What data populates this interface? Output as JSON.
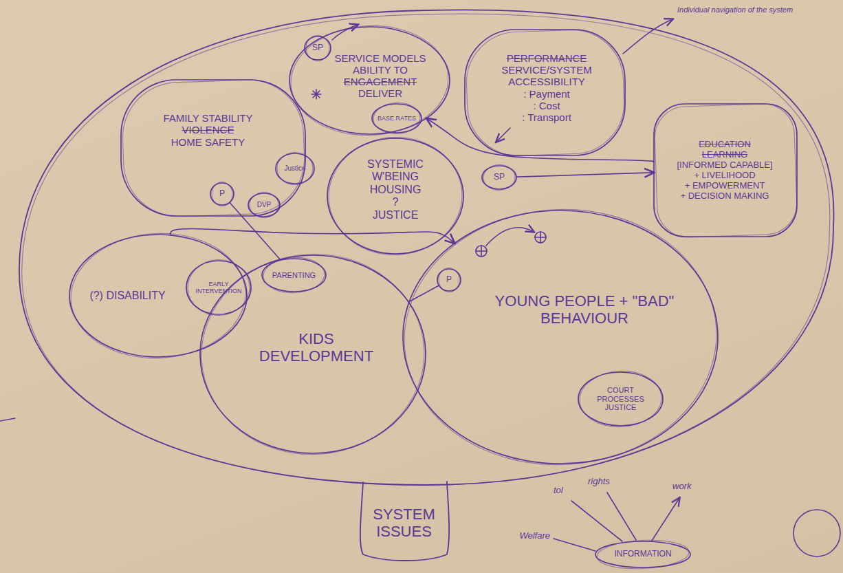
{
  "diagram": {
    "nodes": [
      {
        "text": [
          "SYSTEM ISSUES"
        ]
      },
      {
        "text": [
          "SERVICE MODELS ABILITY TO",
          "ENGAGEMENT",
          "DELIVER"
        ],
        "in": 0
      },
      {
        "text": [
          "SP"
        ],
        "in": 1
      },
      {
        "text": [
          "BASE RATES"
        ],
        "in": 1
      },
      {
        "text": [
          "PERFORMANCE",
          "SERVICE/SYSTEM ACCESSIBILITY",
          ": Payment",
          ": Cost",
          ": Transport"
        ],
        "in": 0
      },
      {
        "text": [
          "FAMILY STABILITY",
          "VIOLENCE",
          "HOME SAFETY"
        ],
        "in": 0
      },
      {
        "text": [
          "P"
        ],
        "in": 5
      },
      {
        "text": [
          "DVP"
        ],
        "in": 5
      },
      {
        "text": [
          "Justice"
        ],
        "in": 5
      },
      {
        "text": [
          "SYSTEMIC W'BEING",
          "HOUSING",
          "?",
          "JUSTICE"
        ],
        "in": 0
      },
      {
        "text": [
          "SP"
        ],
        "in": 0
      },
      {
        "text": [
          "EDUCATION",
          "LEARNING",
          "[INFORMED CAPABLE]",
          "+ LIVELIHOOD",
          "+ EMPOWERMENT",
          "+ DECISION MAKING"
        ],
        "in": 0
      },
      {
        "text": [
          "(?) DISABILITY"
        ],
        "in": 0
      },
      {
        "text": [
          "EARLY INTERVENTION"
        ],
        "in": 0
      },
      {
        "text": [
          "PARENTING"
        ],
        "in": 0
      },
      {
        "text": [
          "KIDS DEVELOPMENT"
        ],
        "in": 0
      },
      {
        "text": [
          "YOUNG PEOPLE + \"BAD\" BEHAVIOUR"
        ],
        "in": 0
      },
      {
        "text": [
          "P"
        ],
        "in": 16
      },
      {
        "text": [
          "COURT PROCESSES JUSTICE"
        ],
        "in": 16
      },
      {
        "text": [
          "INFORMATION"
        ]
      }
    ],
    "edges": [
      {
        "from": 10,
        "to": 11,
        "arrow": "to"
      },
      {
        "from": 11,
        "to": 1,
        "arrow": "to"
      },
      {
        "from": 6,
        "to": 14,
        "arrow": "none"
      },
      {
        "from": 12,
        "to": 16,
        "arrow": "to"
      },
      {
        "from": 15,
        "to": 17,
        "arrow": "none"
      }
    ],
    "labels": [
      "Individual navigation of the system",
      "Welfare",
      "tol",
      "rights",
      "work"
    ]
  }
}
